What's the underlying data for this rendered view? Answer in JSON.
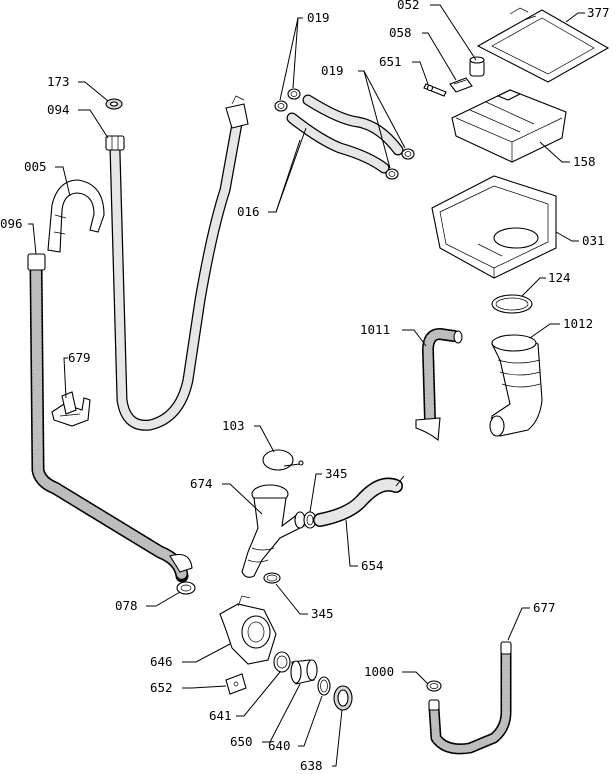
{
  "parts": {
    "p173": "173",
    "p094": "094",
    "p005": "005",
    "p096": "096",
    "p679": "679",
    "p078": "078",
    "p019a": "019",
    "p019b": "019",
    "p016": "016",
    "p052": "052",
    "p058": "058",
    "p651": "651",
    "p377": "377",
    "p158": "158",
    "p031": "031",
    "p124": "124",
    "p1011": "1011",
    "p1012": "1012",
    "p103": "103",
    "p674": "674",
    "p345a": "345",
    "p345b": "345",
    "p654": "654",
    "p646": "646",
    "p652": "652",
    "p641": "641",
    "p650": "650",
    "p640": "640",
    "p638": "638",
    "p1000": "1000",
    "p677": "677"
  }
}
